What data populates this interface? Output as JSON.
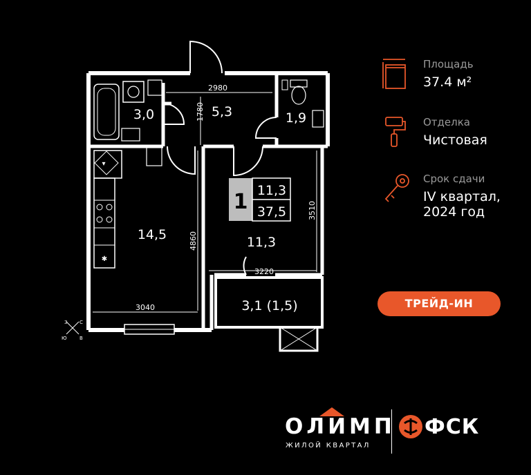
{
  "plan": {
    "rooms": {
      "bathroom": "3,0",
      "hall": "5,3",
      "wc": "1,9",
      "kitchen_living": "14,5",
      "bedroom": "11,3",
      "balcony": "3,1 (1,5)"
    },
    "dimensions": {
      "hall_width": "2980",
      "hall_depth": "1780",
      "kitchen_depth": "4860",
      "kitchen_width": "3040",
      "bedroom_depth": "3510",
      "bedroom_width": "3220"
    },
    "badge": {
      "rooms": "1",
      "living_area": "11,3",
      "total_area": "37,5"
    },
    "compass": {
      "n": "З",
      "e": "С",
      "s": "В",
      "w": "Ю"
    }
  },
  "info": {
    "area_label": "Площадь",
    "area_value": "37.4 м²",
    "finish_label": "Отделка",
    "finish_value": "Чистовая",
    "deadline_label": "Срок сдачи",
    "deadline_value_line1": "IV квартал,",
    "deadline_value_line2": "2024 год"
  },
  "trade_in_button": "ТРЕЙД-ИН",
  "logos": {
    "olimp": "ОЛИМП",
    "olimp_sub": "ЖИЛОЙ КВАРТАЛ",
    "fsk": "ФСК"
  },
  "colors": {
    "accent": "#e8572a",
    "background": "#000000",
    "walls": "#ffffff"
  }
}
